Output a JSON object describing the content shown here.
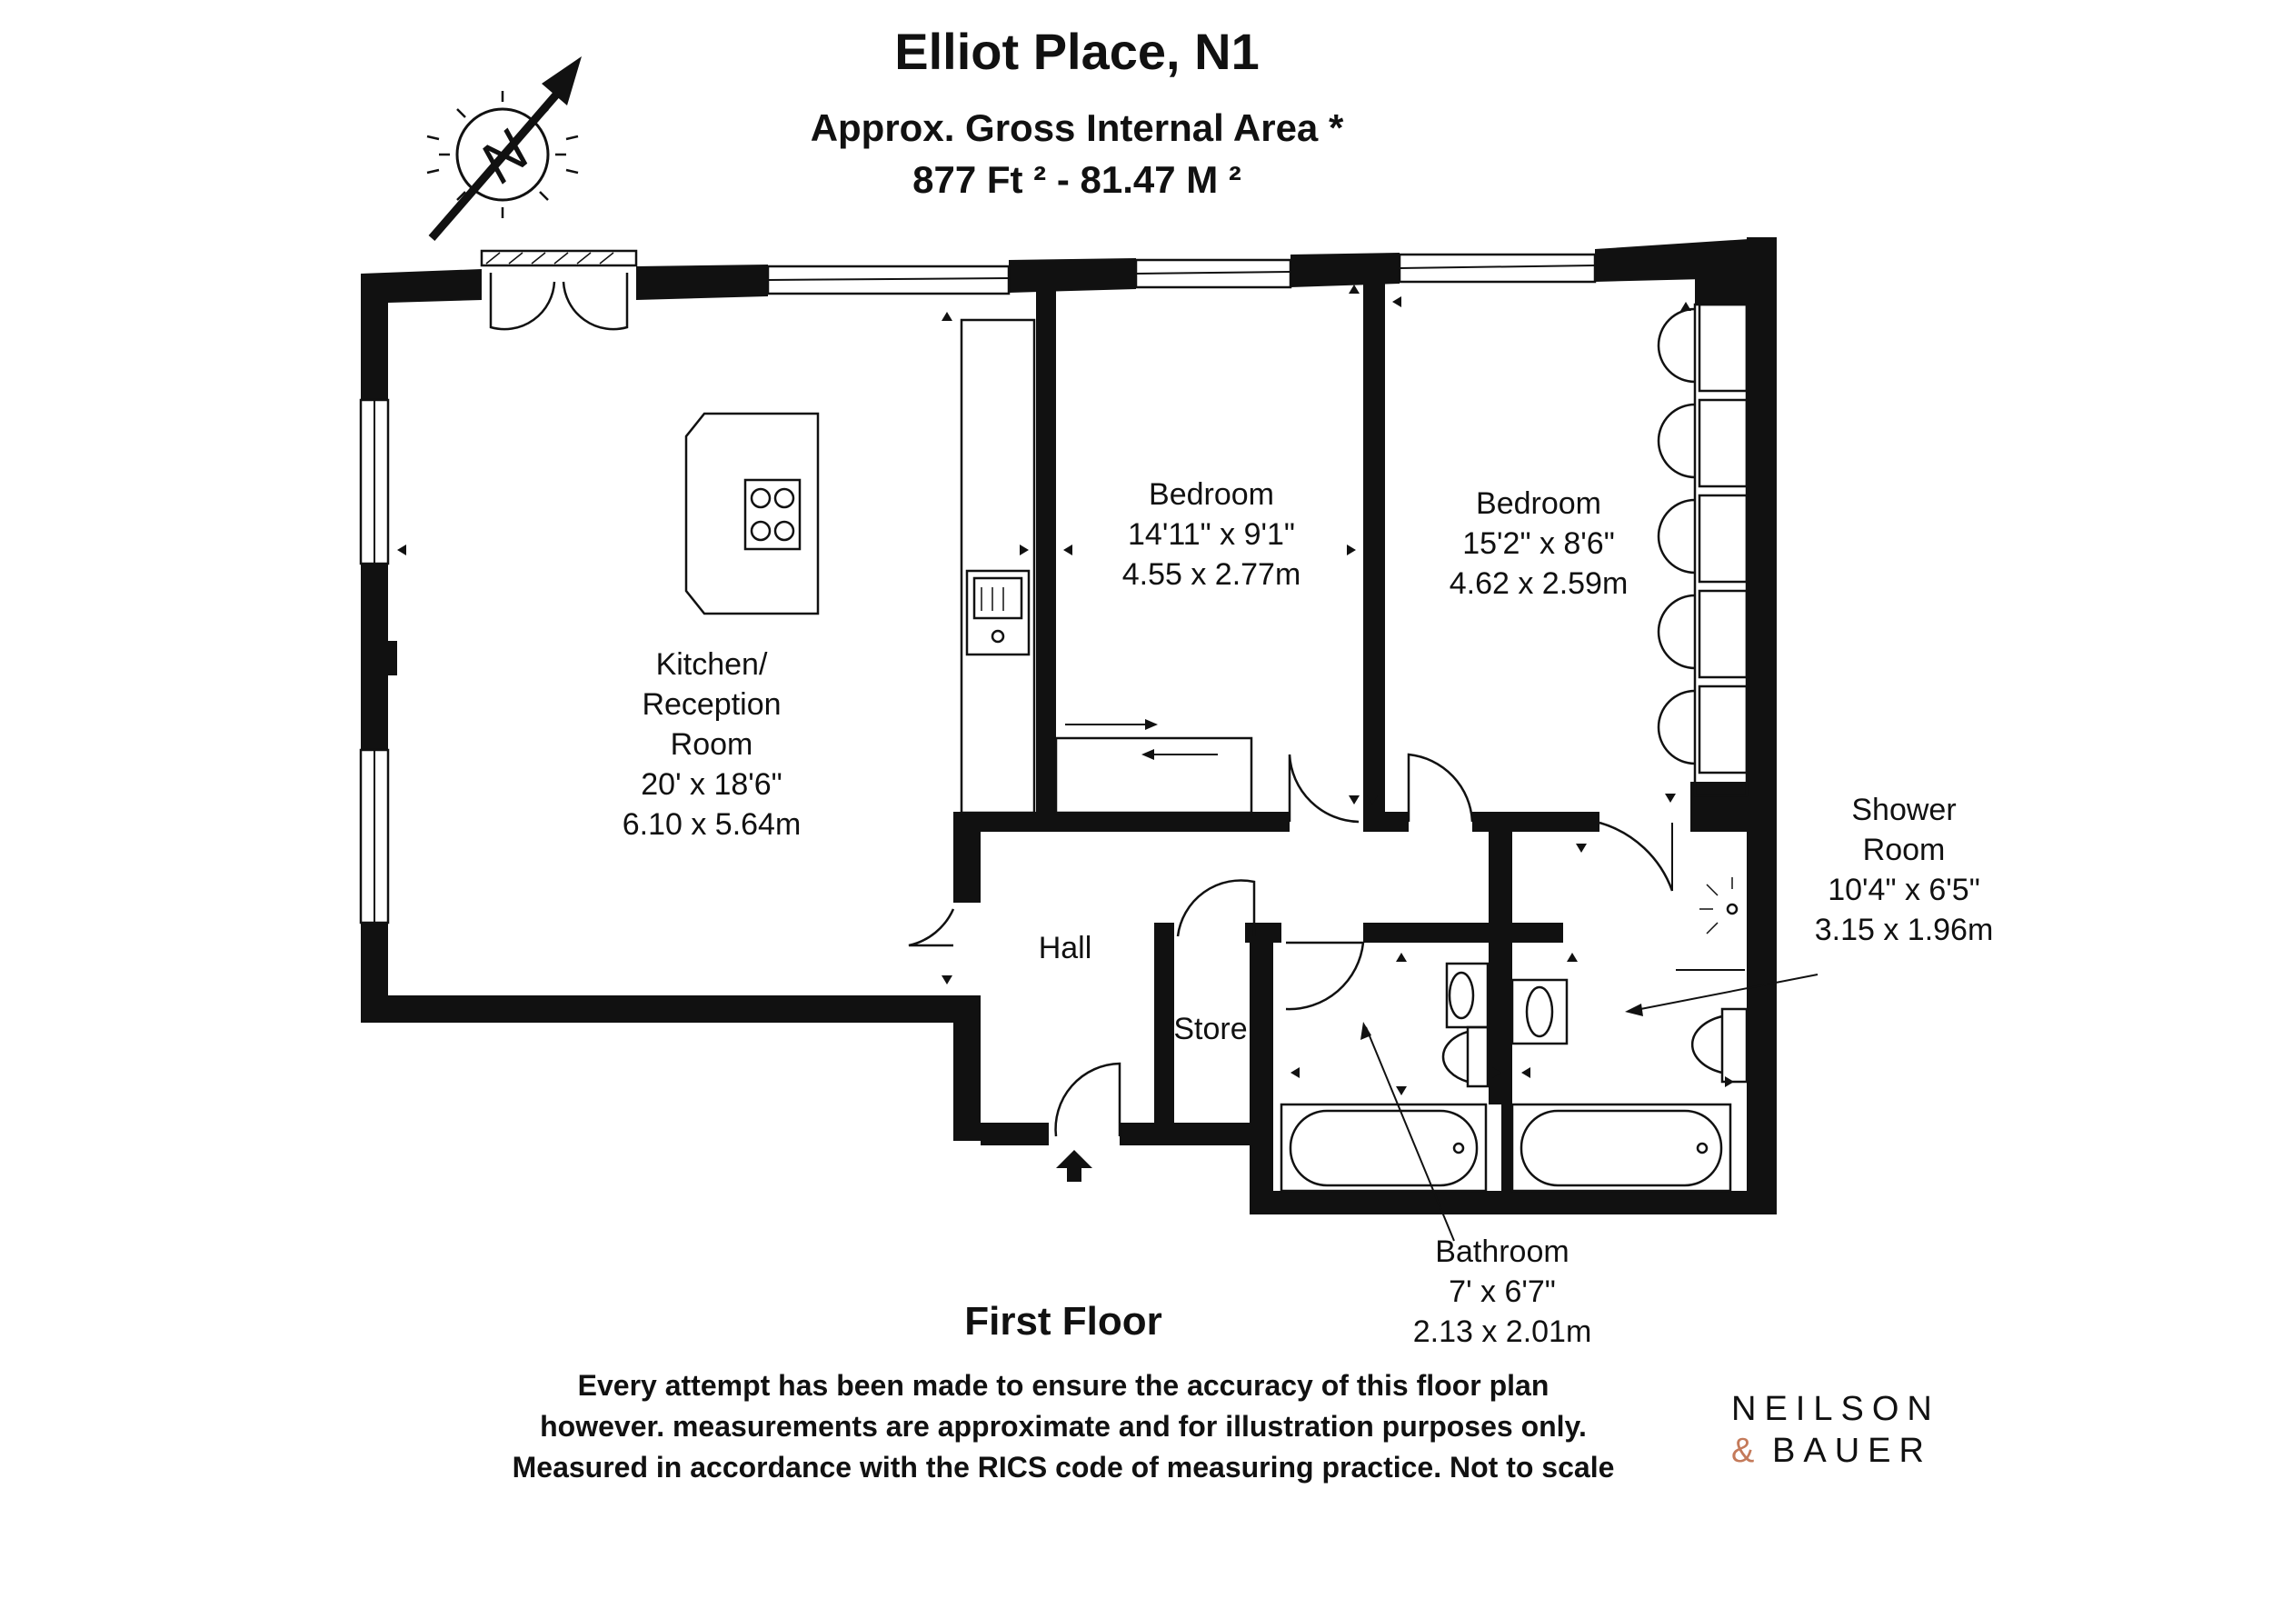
{
  "header": {
    "title": "Elliot Place, N1",
    "area_label": "Approx. Gross Internal Area *",
    "area_value": "877 Ft ²  -  81.47 M ²"
  },
  "compass": {
    "letter": "N",
    "icon": "north-arrow-icon"
  },
  "rooms": {
    "kitchen": {
      "name_line1": "Kitchen/",
      "name_line2": "Reception",
      "name_line3": "Room",
      "imperial": "20' x 18'6\"",
      "metric": "6.10 x 5.64m"
    },
    "bedroom1": {
      "name": "Bedroom",
      "imperial": "14'11\" x 9'1\"",
      "metric": "4.55 x 2.77m"
    },
    "bedroom2": {
      "name": "Bedroom",
      "imperial": "15'2\" x 8'6\"",
      "metric": "4.62 x 2.59m"
    },
    "shower": {
      "name_line1": "Shower",
      "name_line2": "Room",
      "imperial": "10'4\" x 6'5\"",
      "metric": "3.15 x 1.96m"
    },
    "hall": {
      "name": "Hall"
    },
    "store": {
      "name": "Store"
    },
    "bathroom": {
      "name": "Bathroom",
      "imperial": "7' x 6'7\"",
      "metric": "2.13 x 2.01m"
    }
  },
  "floor_label": "First Floor",
  "disclaimer": {
    "line1": "Every attempt has been made to ensure the accuracy of this floor plan",
    "line2": "however. measurements are approximate and for illustration purposes only.",
    "line3": "Measured in accordance with the RICS code of measuring practice. Not to scale"
  },
  "brand": {
    "line1": "NEILSON",
    "line2_amp": "&",
    "line2": "BAUER",
    "amp_color": "#c47a5a"
  },
  "colors": {
    "wall": "#111111",
    "background": "#ffffff"
  }
}
